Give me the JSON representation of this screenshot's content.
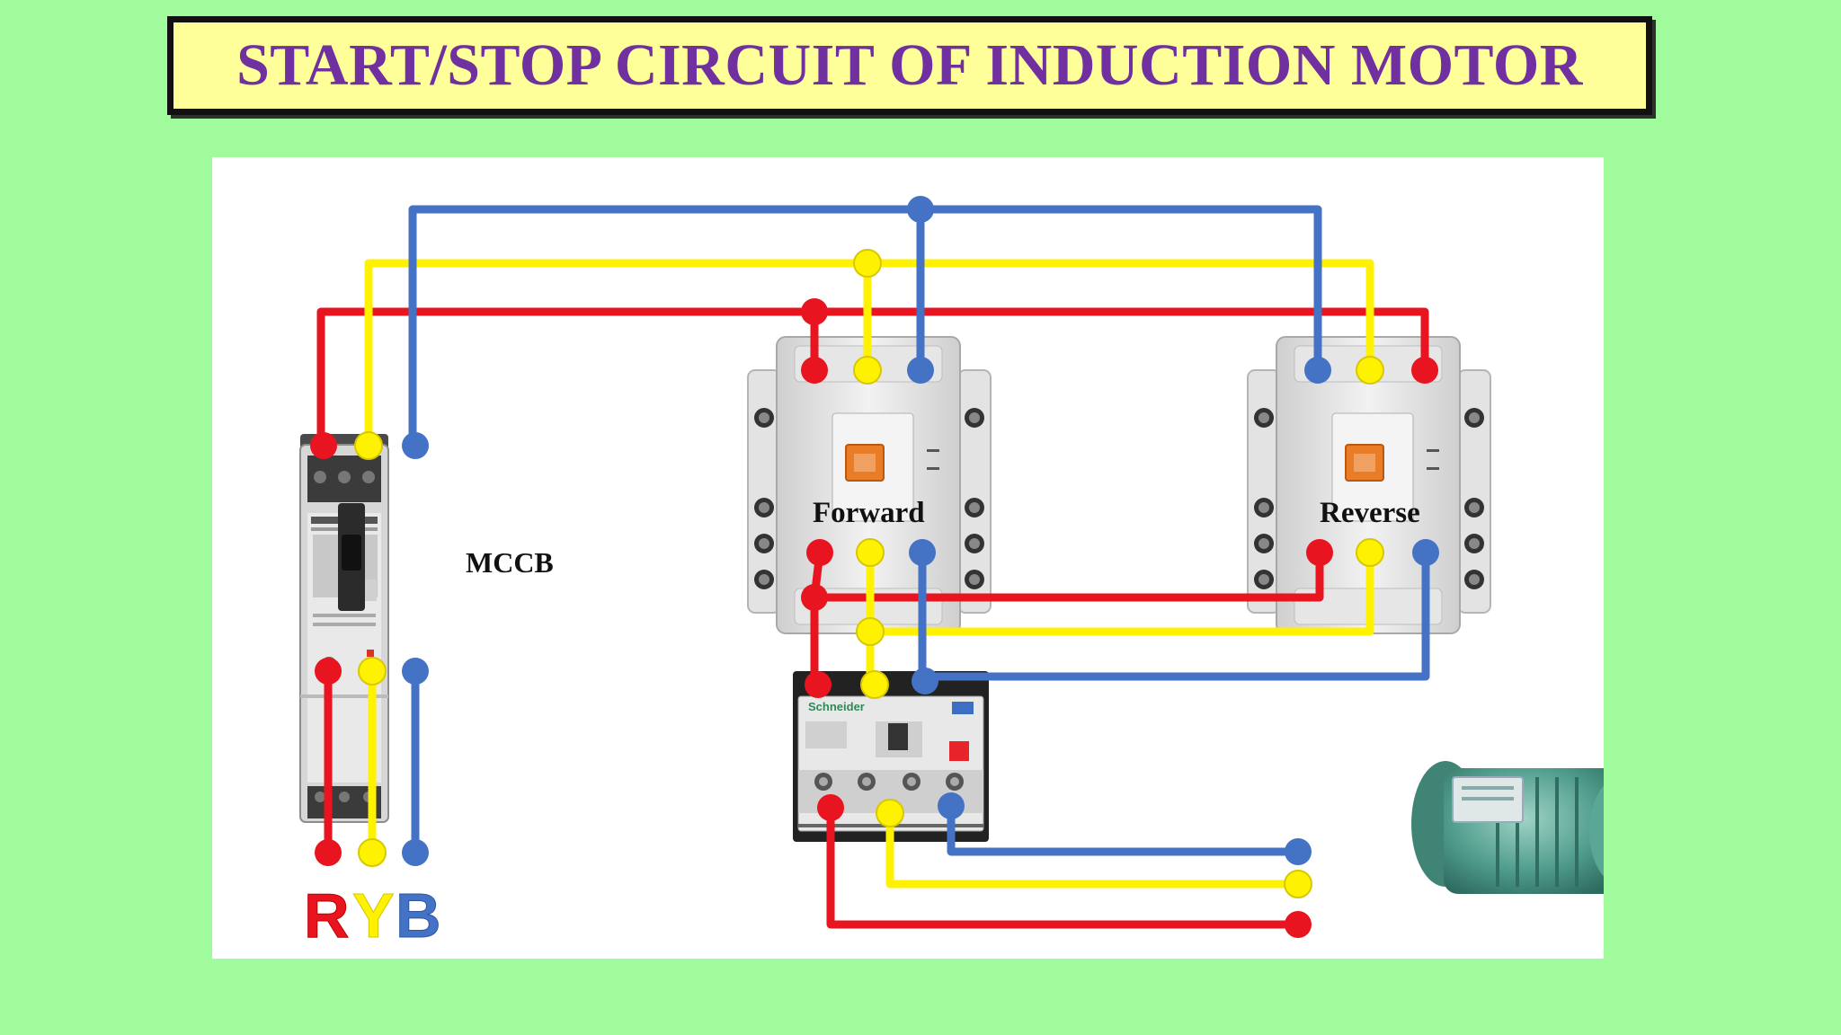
{
  "title": "START/STOP CIRCUIT OF INDUCTION MOTOR",
  "labels": {
    "mccb": "MCCB",
    "forward": "Forward",
    "reverse": "Reverse"
  },
  "supply": {
    "r": "R",
    "y": "Y",
    "b": "B"
  },
  "overload_brand": "Schneider",
  "colors": {
    "background": "#9ffb9b",
    "title_box": "#ffff99",
    "title_text": "#7030a0",
    "phase_r": "#e8141f",
    "phase_y": "#fff200",
    "phase_b": "#4472c4"
  }
}
